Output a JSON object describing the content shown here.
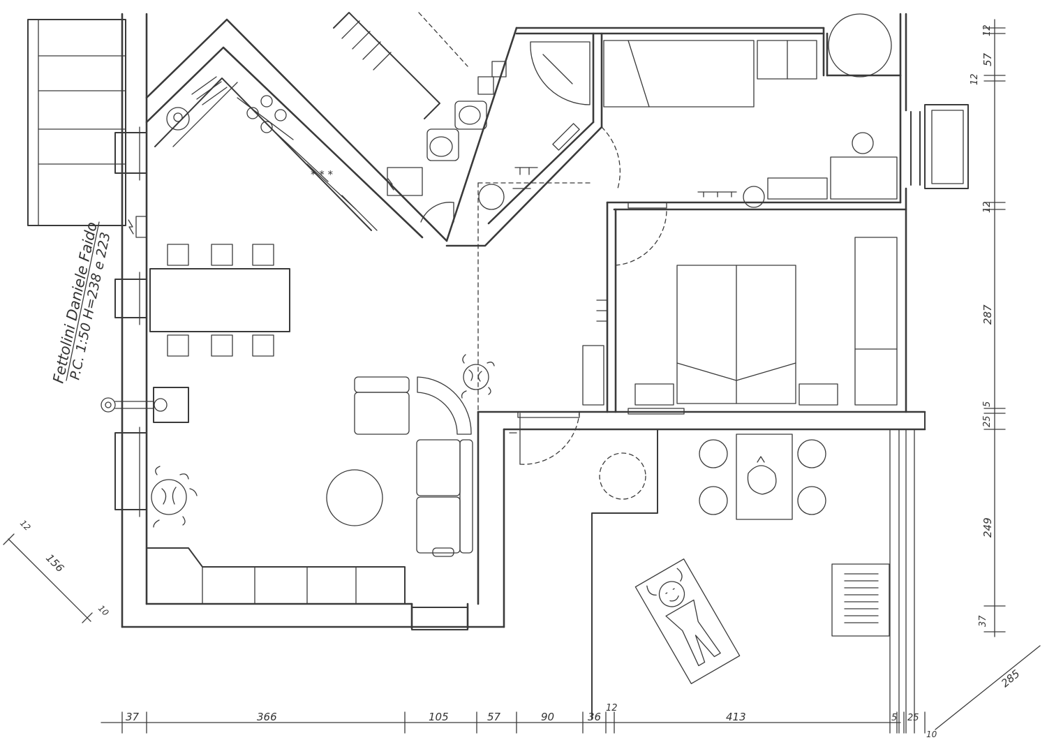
{
  "drawing": {
    "title_block": {
      "line1": "Fettolini Daniele Faido",
      "line2": "P.C. 1:50 H=238 e 223"
    }
  },
  "dimensions": {
    "bottom": [
      "37",
      "366",
      "105",
      "57",
      "90",
      "36",
      "12",
      "413",
      "5",
      "25",
      "10"
    ],
    "right": [
      "12",
      "57",
      "12",
      "12",
      "287",
      "5",
      "25",
      "249",
      "37"
    ],
    "left_diagonal": [
      "12",
      "156",
      "10"
    ],
    "corner_diagonal": "285"
  },
  "colors": {
    "ink": "#3a3a3a",
    "paper": "#ffffff"
  }
}
